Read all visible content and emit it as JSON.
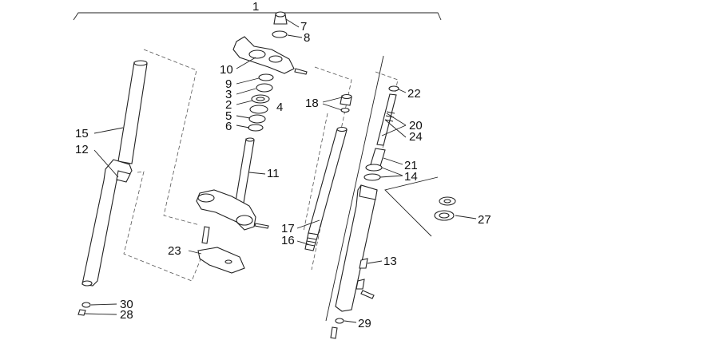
{
  "diagram": {
    "group_label": "1",
    "callouts": {
      "c2": "2",
      "c3": "3",
      "c4": "4",
      "c5": "5",
      "c6": "6",
      "c7": "7",
      "c8": "8",
      "c9": "9",
      "c10": "10",
      "c11": "11",
      "c12": "12",
      "c13": "13",
      "c14": "14",
      "c15": "15",
      "c16": "16",
      "c17": "17",
      "c18": "18",
      "c20": "20",
      "c21": "21",
      "c22": "22",
      "c23": "23",
      "c24": "24",
      "c27": "27",
      "c28": "28",
      "c29": "29",
      "c30": "30"
    }
  }
}
